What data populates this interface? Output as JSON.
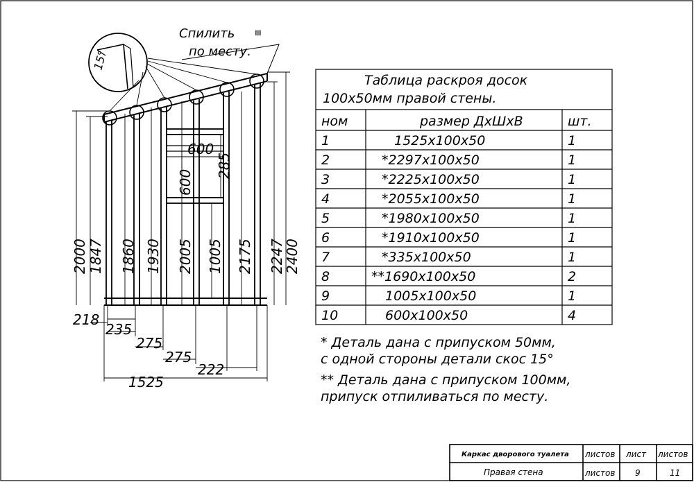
{
  "drawing": {
    "callout_text": [
      "Спилить",
      "по месту."
    ],
    "angle_label": "15°",
    "vertical_dims": [
      "2000",
      "1847",
      "1860",
      "1930",
      "2005",
      "1005",
      "2175",
      "2247",
      "2400"
    ],
    "inner_dims": [
      "600",
      "600",
      "285"
    ],
    "horizontal_dims": [
      "218",
      "235",
      "275",
      "275",
      "222",
      "1525"
    ]
  },
  "table": {
    "title": [
      "Таблица раскроя досок",
      "100х50мм правой стены."
    ],
    "headers": [
      "ном",
      "размер ДхШхВ",
      "шт."
    ],
    "rows": [
      [
        "1",
        "1525х100х50",
        "1"
      ],
      [
        "2",
        "*2297х100х50",
        "1"
      ],
      [
        "3",
        "*2225х100х50",
        "1"
      ],
      [
        "4",
        "*2055х100х50",
        "1"
      ],
      [
        "5",
        "*1980х100х50",
        "1"
      ],
      [
        "6",
        "*1910х100х50",
        "1"
      ],
      [
        "7",
        "*335х100х50",
        "1"
      ],
      [
        "8",
        "**1690х100х50",
        "2"
      ],
      [
        "9",
        "1005х100х50",
        "1"
      ],
      [
        "10",
        "600х100х50",
        "4"
      ]
    ]
  },
  "notes": [
    "* Деталь дана с припуском 50мм,",
    "с одной стороны детали скос 15°",
    "** Деталь дана с припуском 100мм,",
    "припуск отпиливаться по месту."
  ],
  "stamp": {
    "title": "Каркас дворового туалета",
    "subtitle": "Правая стена",
    "sheets_label": "листов",
    "sheet_label": "лист",
    "sheets_label_2": "листов",
    "sheets_label_3": "листов",
    "sheet_value": "9",
    "sheets_value": "11"
  }
}
